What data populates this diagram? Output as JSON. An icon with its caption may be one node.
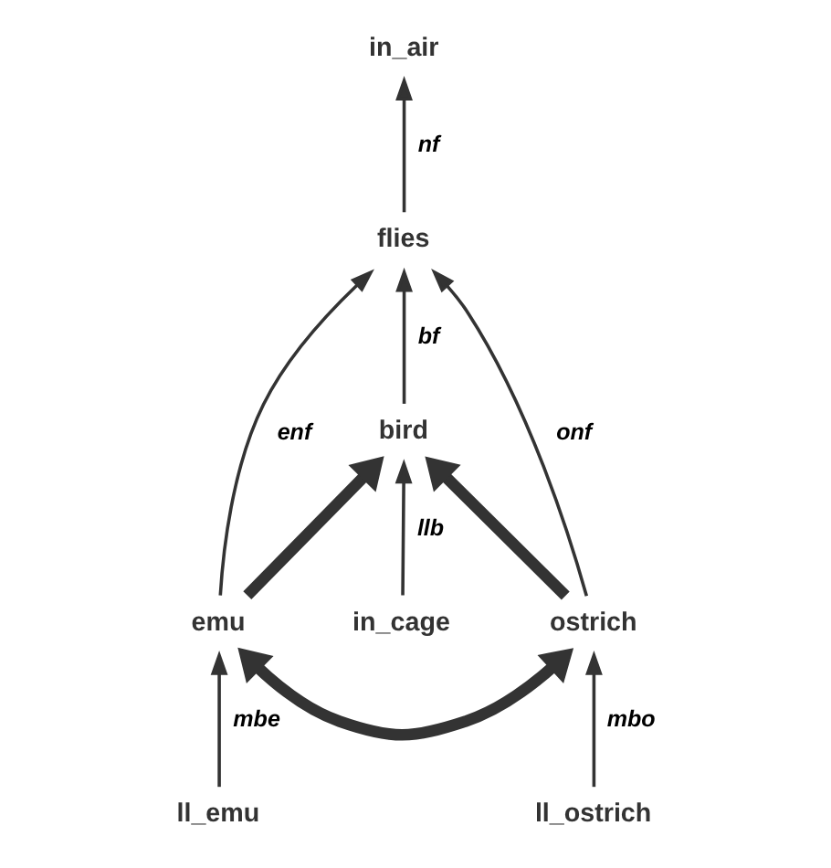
{
  "diagram": {
    "nodes": [
      {
        "text": [
          "in_air"
        ]
      },
      {
        "text": [
          "flies"
        ]
      },
      {
        "text": [
          "bird"
        ]
      },
      {
        "text": [
          "in_cage"
        ]
      },
      {
        "text": [
          "emu"
        ]
      },
      {
        "text": [
          "ostrich"
        ]
      },
      {
        "text": [
          "ll_emu"
        ]
      },
      {
        "text": [
          "ll_ostrich"
        ]
      }
    ],
    "edges": [
      {
        "from": 1,
        "to": 0,
        "arrow": "to",
        "label": "nf"
      },
      {
        "from": 4,
        "to": 1,
        "arrow": "to",
        "label": "enf"
      },
      {
        "from": 2,
        "to": 1,
        "arrow": "to",
        "label": "bf"
      },
      {
        "from": 5,
        "to": 1,
        "arrow": "to",
        "label": "onf"
      },
      {
        "from": 3,
        "to": 2,
        "arrow": "to",
        "label": "llb"
      },
      {
        "from": 4,
        "to": 2,
        "arrow": "to",
        "style": "thick"
      },
      {
        "from": 5,
        "to": 2,
        "arrow": "to",
        "style": "thick"
      },
      {
        "from": 4,
        "to": 5,
        "arrow": "both",
        "style": "thick"
      },
      {
        "from": 6,
        "to": 4,
        "arrow": "to",
        "label": "mbe"
      },
      {
        "from": 7,
        "to": 5,
        "arrow": "to",
        "label": "mbo"
      }
    ]
  }
}
